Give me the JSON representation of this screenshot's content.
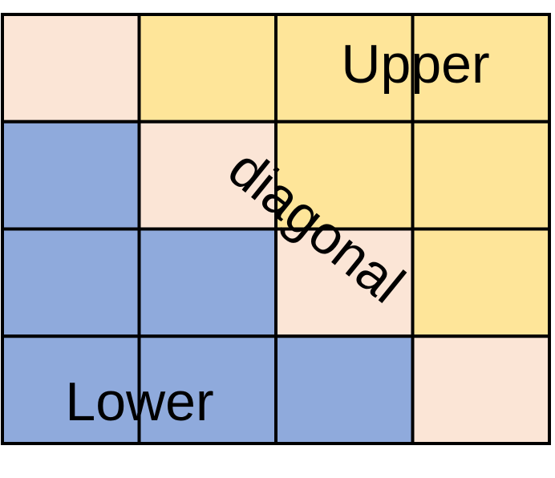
{
  "diagram": {
    "labels": {
      "upper": "Upper",
      "diagonal": "diagonal",
      "lower": "Lower"
    },
    "grid": {
      "rows": 4,
      "cols": 4
    },
    "colors": {
      "upper": "#FEE599",
      "diagonal": "#FBE5D6",
      "lower": "#8FAADC",
      "border": "#000000"
    }
  }
}
